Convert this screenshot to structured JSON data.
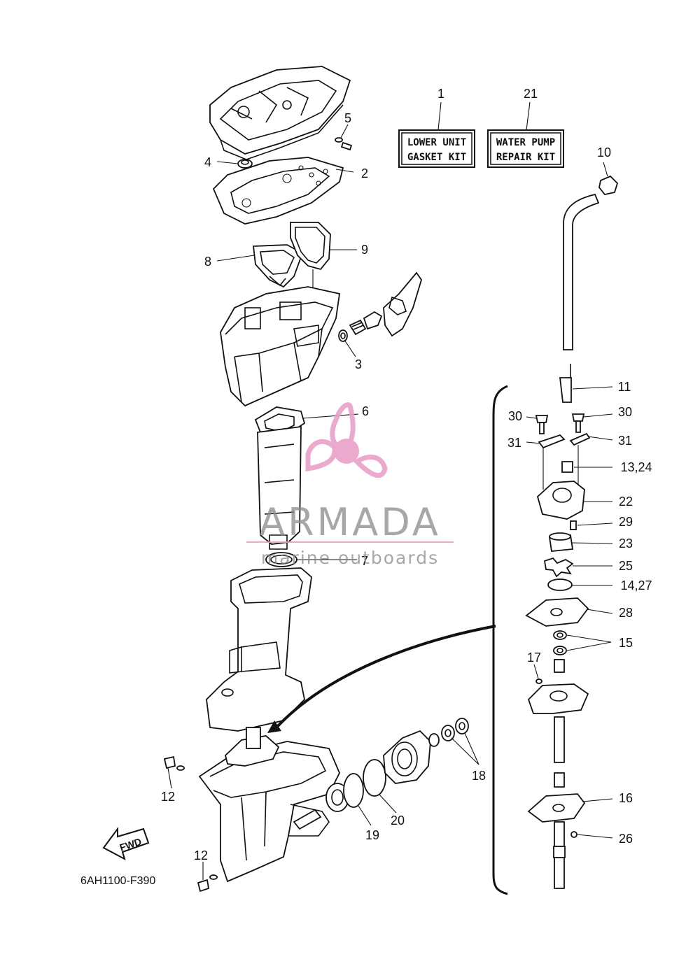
{
  "kits": {
    "lower_unit_gasket_kit": {
      "number": "1",
      "line1": "LOWER UNIT",
      "line2": "GASKET KIT"
    },
    "water_pump_repair_kit": {
      "number": "21",
      "line1": "WATER PUMP",
      "line2": "REPAIR KIT"
    }
  },
  "labels": {
    "p2": "2",
    "p3": "3",
    "p4": "4",
    "p5": "5",
    "p6": "6",
    "p7": "7",
    "p8": "8",
    "p9": "9",
    "p10": "10",
    "p11": "11",
    "p12a": "12",
    "p12b": "12",
    "p13_24": "13,24",
    "p14_27": "14,27",
    "p15": "15",
    "p16": "16",
    "p17": "17",
    "p18": "18",
    "p19": "19",
    "p20": "20",
    "p22": "22",
    "p23": "23",
    "p25": "25",
    "p26": "26",
    "p28": "28",
    "p29": "29",
    "p30a": "30",
    "p30b": "30",
    "p31a": "31",
    "p31b": "31"
  },
  "watermark": {
    "brand": "ARMADA",
    "tagline": "marine outboards",
    "logo_color": "#e8a0c8"
  },
  "fwd_label": "FWD",
  "diagram_code": "6AH1100-F390"
}
